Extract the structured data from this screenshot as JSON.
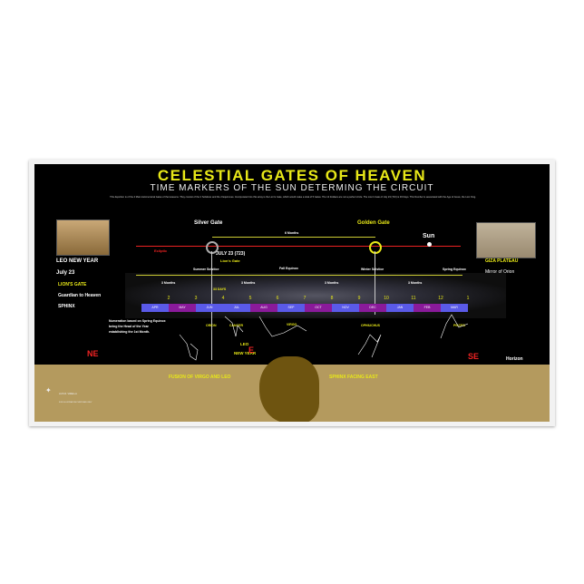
{
  "title": "CELESTIAL GATES OF HEAVEN",
  "subtitle": "TIME MARKERS OF THE SUN DETERMING THE CIRCUIT",
  "intro": "This depiction is of the 4 Main Astronomical Gates of the Heavens. They consist of the 2 Solstices and the 2 Equinoxes. Incorporated into this array is the Lion's Gate, which would make a total of 5 Gates. The 12 Zodiacs are not a perfect circle. The Lion's Gate of July 23 (723) is 33 Days. This Number is associated with the Age of Jesus, the Lion King.",
  "gates": {
    "silver": "Silver Gate",
    "golden": "Golden Gate",
    "six_months": "6 Months",
    "sun": "Sun",
    "ecliptic": "Ecliptic",
    "july23": "JULY 23 (723)",
    "lions_gate": "Lion's Gate"
  },
  "seasons": [
    "Summer Solstice",
    "Fall Equinox",
    "Winter Solstice",
    "Spring Equinox"
  ],
  "periods": [
    "3 Months",
    "3 Months",
    "3 Months",
    "3 Months"
  ],
  "days": "33 DAYS",
  "left": {
    "leo_new_year": "LEO NEW YEAR",
    "date": "July 23",
    "lions_gate": "LION'S GATE",
    "guardian": "Guardian to Heaven",
    "sphinx": "SPHINX"
  },
  "right": {
    "giza": "GIZA PLATEAU",
    "mirror": "Mirror of Orion"
  },
  "months": [
    {
      "label": "APR",
      "num": "2",
      "color": "#5a5ae8"
    },
    {
      "label": "MAY",
      "num": "3",
      "color": "#8a1a9a"
    },
    {
      "label": "JUN",
      "num": "4",
      "color": "#5a5ae8"
    },
    {
      "label": "JUL",
      "num": "5",
      "color": "#5a5ae8"
    },
    {
      "label": "AUG",
      "num": "6",
      "color": "#8a1a9a"
    },
    {
      "label": "SEP",
      "num": "7",
      "color": "#5a5ae8"
    },
    {
      "label": "OCT",
      "num": "8",
      "color": "#8a1a9a"
    },
    {
      "label": "NOV",
      "num": "9",
      "color": "#5a5ae8"
    },
    {
      "label": "DEC",
      "num": "10",
      "color": "#8a1a9a"
    },
    {
      "label": "JAN",
      "num": "11",
      "color": "#5a5ae8"
    },
    {
      "label": "FEB",
      "num": "12",
      "color": "#8a1a9a"
    },
    {
      "label": "MAR",
      "num": "1",
      "color": "#5a5ae8"
    }
  ],
  "numeration_note": "Numeration based on Spring Equinox being the Head of the Year establishing the 1st Month.",
  "constellations": [
    "ORION",
    "CANCER",
    "VIRGO",
    "OPHIUCHUS",
    "PISCES"
  ],
  "leo_label": "LEO",
  "new_year_label": "NEW YEAR",
  "directions": {
    "ne": "NE",
    "e": "E",
    "se": "SE",
    "horizon": "Horizon"
  },
  "bottom": {
    "fusion": "FUSION OF VIRGO AND LEO",
    "facing": "SPHINX FACING EAST",
    "author": "LUIS R. VIRELLA",
    "purpose": "FOR ILLUSTRATION PURPOSES ONLY"
  },
  "colors": {
    "yellow": "#e8e818",
    "red": "#e22222",
    "tan": "#b49a5e",
    "sphinx": "#6e5410"
  }
}
